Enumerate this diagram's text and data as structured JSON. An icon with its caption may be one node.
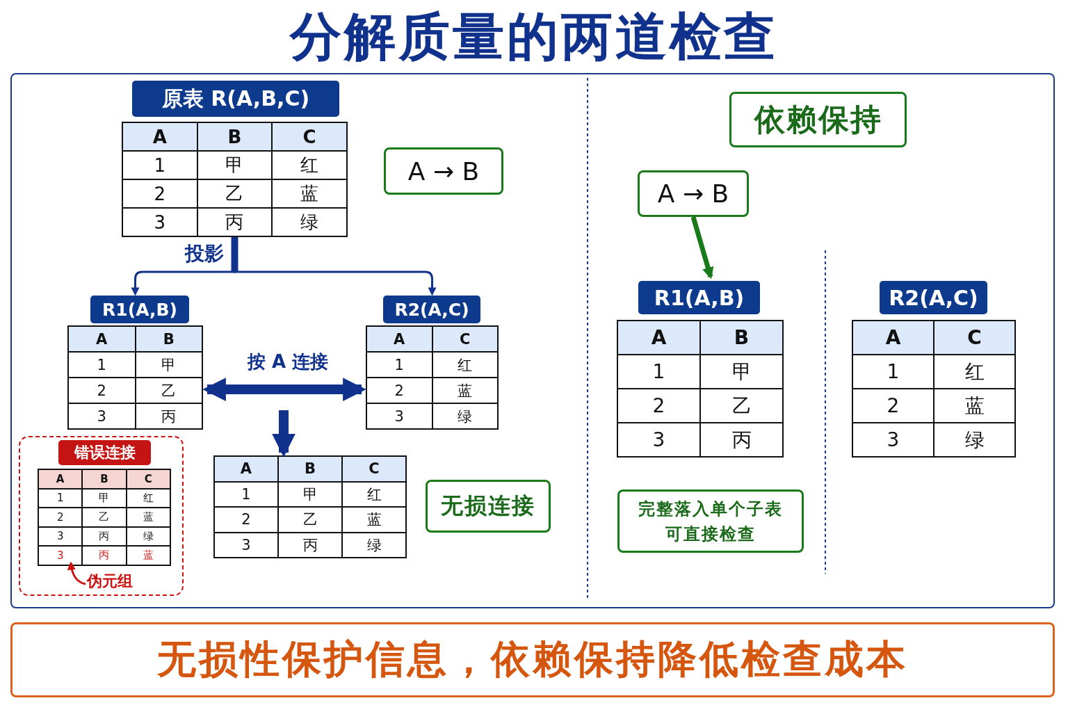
{
  "diagram": {
    "title": "分解质量的两道检查",
    "nodes": [
      {
        "text": [
          "原表 R(A,B,C)",
          "A",
          "B",
          "C",
          "1",
          "甲",
          "红",
          "2",
          "乙",
          "蓝",
          "3",
          "丙",
          "绿"
        ]
      },
      {
        "text": [
          "A → B"
        ]
      },
      {
        "text": [
          "R1(A,B)",
          "A",
          "B",
          "1",
          "甲",
          "2",
          "乙",
          "3",
          "丙"
        ]
      },
      {
        "text": [
          "R2(A,C)",
          "A",
          "C",
          "1",
          "红",
          "2",
          "蓝",
          "3",
          "绿"
        ]
      },
      {
        "text": [
          "A",
          "B",
          "C",
          "1",
          "甲",
          "红",
          "2",
          "乙",
          "蓝",
          "3",
          "丙",
          "绿"
        ]
      },
      {
        "text": [
          "无损连接"
        ]
      },
      {
        "text": [
          "错误连接"
        ]
      },
      {
        "text": [
          "A",
          "B",
          "C",
          "1",
          "甲",
          "红",
          "2",
          "乙",
          "蓝",
          "3",
          "丙",
          "绿",
          "3",
          "丙",
          "蓝"
        ],
        "in": 6
      },
      {
        "text": [
          "伪元组"
        ],
        "in": 6
      },
      {
        "text": [
          "依赖保持"
        ]
      },
      {
        "text": [
          "A → B"
        ]
      },
      {
        "text": [
          "R1(A,B)",
          "A",
          "B",
          "1",
          "甲",
          "2",
          "乙",
          "3",
          "丙"
        ]
      },
      {
        "text": [
          "R2(A,C)",
          "A",
          "C",
          "1",
          "红",
          "2",
          "蓝",
          "3",
          "绿"
        ]
      },
      {
        "text": [
          "完整落入单个子表可直接检查"
        ]
      },
      {
        "text": [
          "无损性保护信息，依赖保持降低检查成本"
        ]
      }
    ],
    "edges": [
      {
        "from": 0,
        "to": 2,
        "arrow": "to",
        "label": "投影"
      },
      {
        "from": 0,
        "to": 3,
        "arrow": "to"
      },
      {
        "from": 2,
        "to": 3,
        "arrow": "both",
        "label": "按 A 连接",
        "style": "thick"
      },
      {
        "from": null,
        "to": 4,
        "arrow": "to",
        "style": "thick"
      },
      {
        "from": 8,
        "to": null,
        "arrow": "to",
        "color": "#cc1111"
      },
      {
        "from": 10,
        "to": 11,
        "arrow": "to",
        "style": "thick",
        "color": "#1a7a1a"
      }
    ]
  }
}
